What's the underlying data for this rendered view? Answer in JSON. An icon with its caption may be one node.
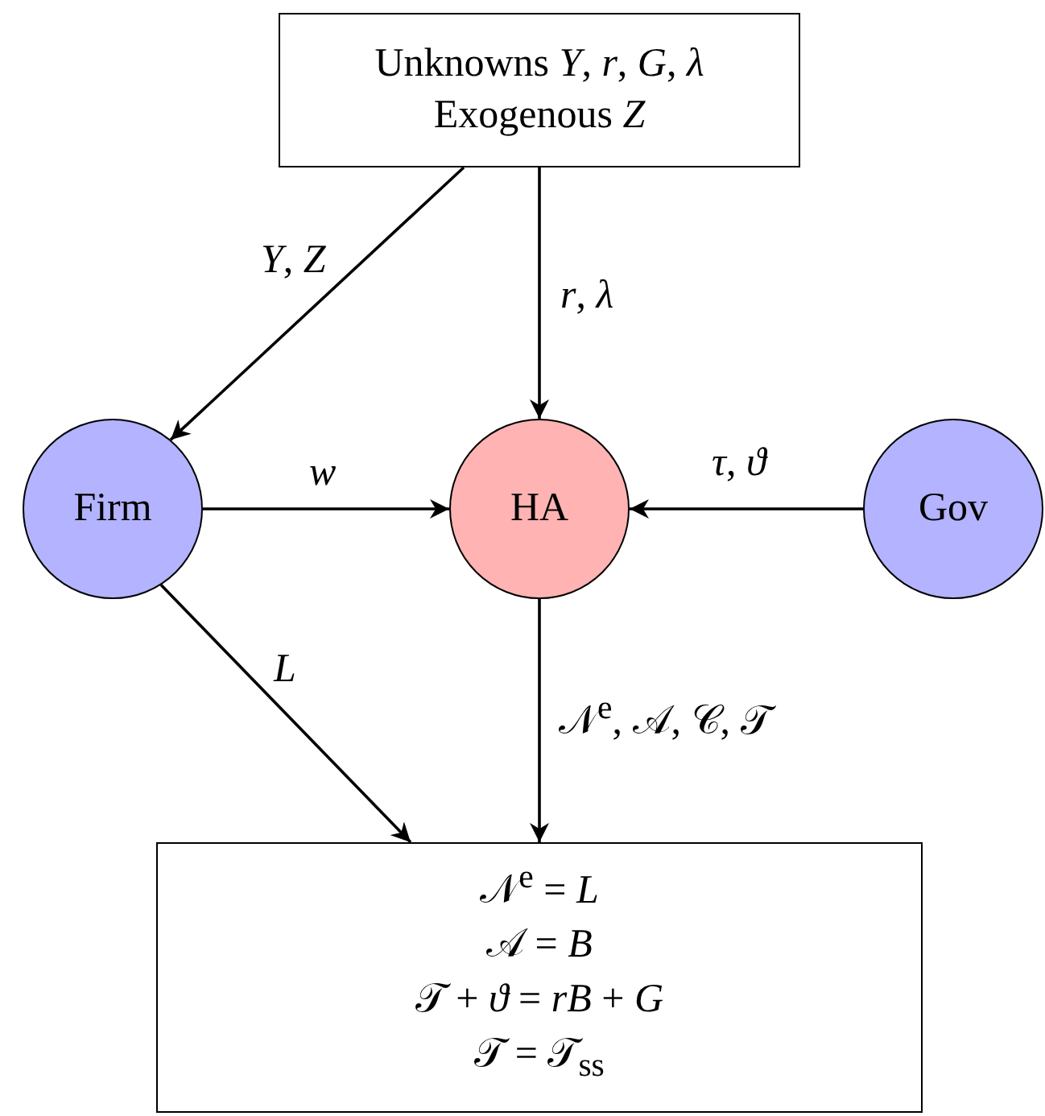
{
  "diagram": {
    "nodes": [
      {
        "text": [
          "Unknowns *Y*, *r*, *G*, *λ*",
          "Exogenous *Z*"
        ]
      },
      {
        "text": [
          "Firm"
        ]
      },
      {
        "text": [
          "HA"
        ]
      },
      {
        "text": [
          "Gov"
        ]
      },
      {
        "text": [
          "𝒩$^{e}$ = *L*",
          "𝒜 = *B*",
          "𝒯 + *ϑ* = *rB* + *G*",
          "𝒯 = 𝒯$_{ss}$"
        ]
      }
    ],
    "edges": [
      {
        "from": 0,
        "to": 1,
        "arrow": "to",
        "label": "*Y*, *Z*"
      },
      {
        "from": 0,
        "to": 2,
        "arrow": "to",
        "label": "*r*, *λ*"
      },
      {
        "from": 1,
        "to": 2,
        "arrow": "to",
        "label": "*w*"
      },
      {
        "from": 3,
        "to": 2,
        "arrow": "to",
        "label": "*τ*, *ϑ*"
      },
      {
        "from": 1,
        "to": 4,
        "arrow": "to",
        "label": "*L*"
      },
      {
        "from": 2,
        "to": 4,
        "arrow": "to",
        "label": "𝒩$^{e}$, 𝒜, 𝒞, 𝒯"
      }
    ]
  }
}
